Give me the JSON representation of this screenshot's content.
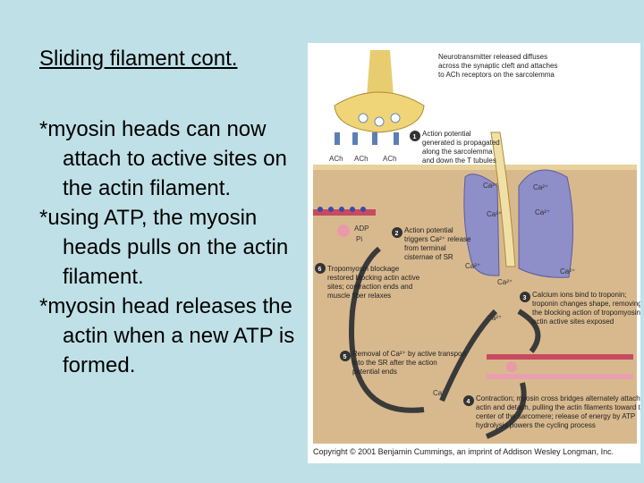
{
  "slide": {
    "title": "Sliding filament cont.",
    "bullets": [
      "*myosin heads can now attach to active sites on the actin filament.",
      "*using ATP, the myosin heads pulls on the actin filament.",
      "*myosin head releases the actin when a new ATP is formed."
    ]
  },
  "figure": {
    "top_caption": [
      "Neurotransmitter released diffuses",
      "across the synaptic cleft and attaches",
      "to ACh receptors on the sarcolemma"
    ],
    "step1": [
      "Action potential",
      "generated is propagated",
      "along the sarcolemma",
      "and down the T tubules"
    ],
    "step2": [
      "Action potential",
      "triggers Ca²⁺ release",
      "from terminal",
      "cisternae of SR"
    ],
    "step3": [
      "Calcium ions bind to troponin;",
      "troponin changes shape, removing",
      "the blocking action of tropomyosin;",
      "actin active sites exposed"
    ],
    "step4": [
      "Contraction; myosin cross bridges alternately attach to",
      "actin and detach, pulling the actin filaments toward the",
      "center of the sarcomere; release of energy by ATP",
      "hydrolysis powers the cycling process"
    ],
    "step5": [
      "Removal of Ca²⁺ by active transport",
      "into the SR after the action",
      "potential ends"
    ],
    "step6": [
      "Tropomyosin blockage",
      "restored blocking actin active",
      "sites; contraction ends and",
      "muscle fiber relaxes"
    ],
    "step_numbers": [
      "1",
      "2",
      "3",
      "4",
      "5",
      "6"
    ],
    "ach_label": "ACh",
    "ca_label": "Ca²⁺",
    "adp_label": "ADP",
    "pi_label": "Pi",
    "copyright": "Copyright © 2001 Benjamin Cummings, an imprint of Addison Wesley Longman, Inc."
  }
}
